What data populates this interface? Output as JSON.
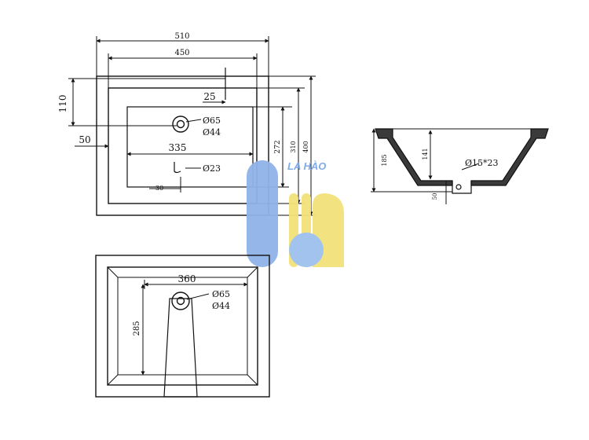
{
  "top_plan": {
    "overall_width": "510",
    "inner_width": "450",
    "depth_offset": "110",
    "side_offset": "50",
    "tap_offset": "25",
    "bowl_width": "335",
    "tap_hole": "Ø65",
    "tap_hole_inner": "Ø44",
    "drain_hole": "Ø23",
    "drain_offset": "30",
    "bowl_depth": "272",
    "inner_depth": "310",
    "overall_depth": "400"
  },
  "section": {
    "height": "185",
    "bowl_height": "141",
    "drain": "Ø15*23",
    "base": "50"
  },
  "bottom_plan": {
    "bowl_width": "360",
    "bowl_depth": "285",
    "tap_hole": "Ø65",
    "tap_hole_inner": "Ø44"
  },
  "watermark": {
    "brand": "LA HÀO",
    "colors": {
      "blue": "#8fb3e8",
      "yellow": "#f3e27a",
      "circle": "#9cc0ee"
    }
  }
}
